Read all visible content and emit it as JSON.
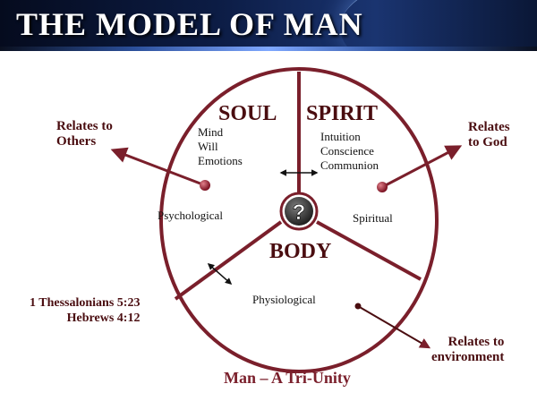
{
  "title": "THE MODEL OF MAN",
  "parts": {
    "soul": "SOUL",
    "spirit": "SPIRIT",
    "body": "BODY"
  },
  "soul_items": [
    "Mind",
    "Will",
    "Emotions"
  ],
  "spirit_items": [
    "Intuition",
    "Conscience",
    "Communion"
  ],
  "regions": {
    "psychological": "Psychological",
    "spiritual": "Spiritual",
    "physiological": "Physiological"
  },
  "relations": {
    "others": [
      "Relates to",
      "Others"
    ],
    "god": [
      "Relates",
      "to God"
    ],
    "environment": [
      "Relates to",
      "environment"
    ]
  },
  "references": [
    "1 Thessalonians 5:23",
    "Hebrews 4:12"
  ],
  "center_symbol": "?",
  "footer": "Man – A Tri-Unity",
  "colors": {
    "maroon": "#7a1f2b",
    "dark_maroon": "#4a0d10",
    "header_navy": "#0c1c44"
  }
}
